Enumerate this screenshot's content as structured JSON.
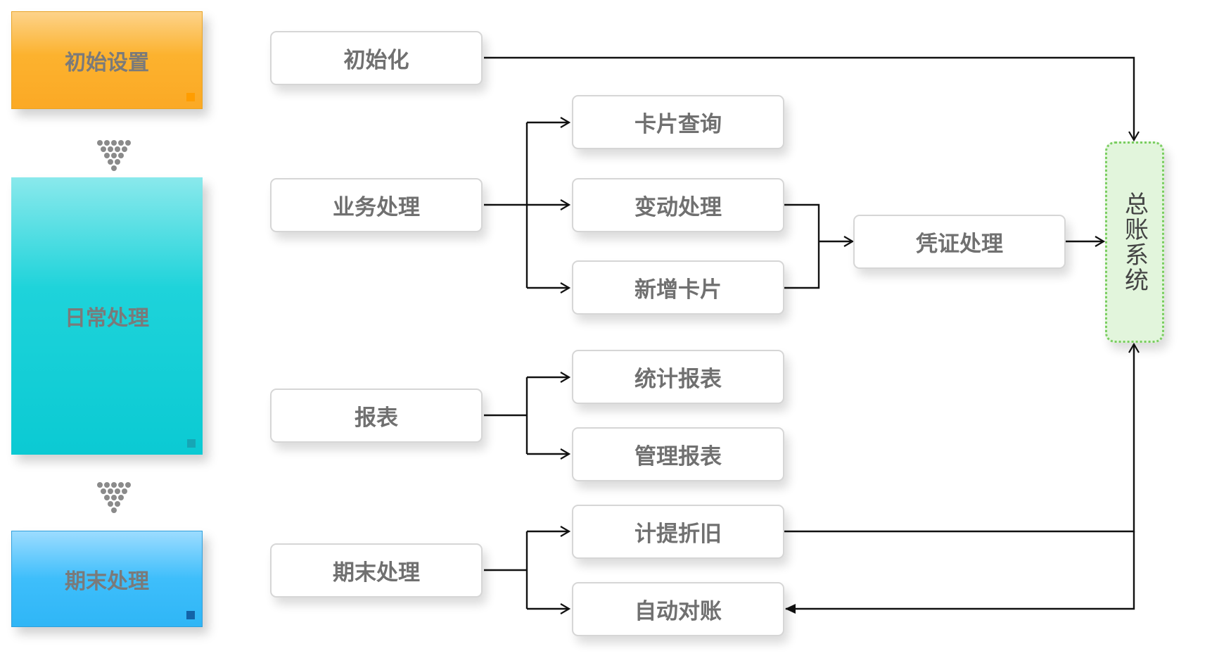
{
  "phases": [
    {
      "label": "初始设置"
    },
    {
      "label": "日常处理"
    },
    {
      "label": "期末处理"
    }
  ],
  "modules": {
    "init": "初始化",
    "business": "业务处理",
    "report": "报表",
    "period_end": "期末处理"
  },
  "steps": {
    "card_query": "卡片查询",
    "change": "变动处理",
    "new_card": "新增卡片",
    "stat_report": "统计报表",
    "mgmt_report": "管理报表",
    "depreciation": "计提折旧",
    "reconcile": "自动对账"
  },
  "voucher": "凭证处理",
  "target": "总账系统",
  "colors": {
    "phase_init": "#fcb22e",
    "phase_daily": "#0bcad3",
    "phase_end": "#2fb6f6",
    "target_fill": "#e2f5dc",
    "target_border": "#79cd5f"
  }
}
